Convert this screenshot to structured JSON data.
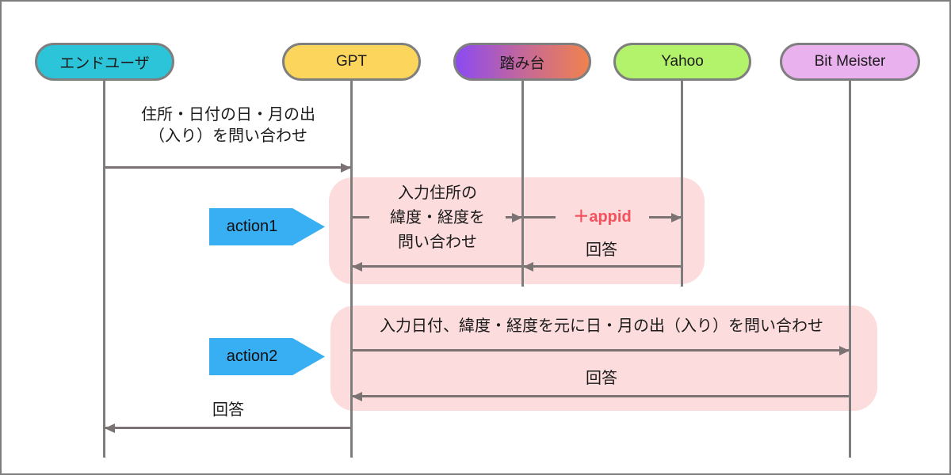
{
  "diagram": {
    "type": "sequence-diagram",
    "actors": [
      {
        "id": "end-user",
        "label": "エンドユーザ",
        "color": "#2bc4d8"
      },
      {
        "id": "gpt",
        "label": "GPT",
        "color": "#fbd55c"
      },
      {
        "id": "fumidai",
        "label": "踏み台",
        "color": "gradient #8b4af2 to #f0824d"
      },
      {
        "id": "yahoo",
        "label": "Yahoo",
        "color": "#b3f26b"
      },
      {
        "id": "bit-meister",
        "label": "Bit Meister",
        "color": "#e9b2ef"
      }
    ],
    "actions": [
      {
        "label": "action1",
        "color": "#38aef3"
      },
      {
        "label": "action2",
        "color": "#38aef3"
      }
    ],
    "messages": {
      "initial_request": {
        "line1": "住所・日付の日・月の出",
        "line2": "（入り）を問い合わせ",
        "from": "エンドユーザ",
        "to": "GPT"
      },
      "geo_query": {
        "line1": "入力住所の",
        "line2": "緯度・経度を",
        "line3": "問い合わせ",
        "from": "GPT",
        "to": "踏み台"
      },
      "appid": {
        "label": "＋appid",
        "color": "#f4515c",
        "from": "踏み台",
        "to": "Yahoo"
      },
      "geo_reply": {
        "label": "回答",
        "from": "Yahoo",
        "to": "GPT"
      },
      "sun_query": {
        "label": "入力日付、緯度・経度を元に日・月の出（入り）を問い合わせ",
        "from": "GPT",
        "to": "Bit Meister"
      },
      "sun_reply": {
        "label": "回答",
        "from": "Bit Meister",
        "to": "GPT"
      },
      "final_reply": {
        "label": "回答",
        "from": "GPT",
        "to": "エンドユーザ"
      }
    },
    "colors": {
      "group_box": "#fcdcdc",
      "arrow": "#7b7273",
      "lifeline": "#7d7d7d",
      "actor_border": "#7f7f7f"
    }
  }
}
